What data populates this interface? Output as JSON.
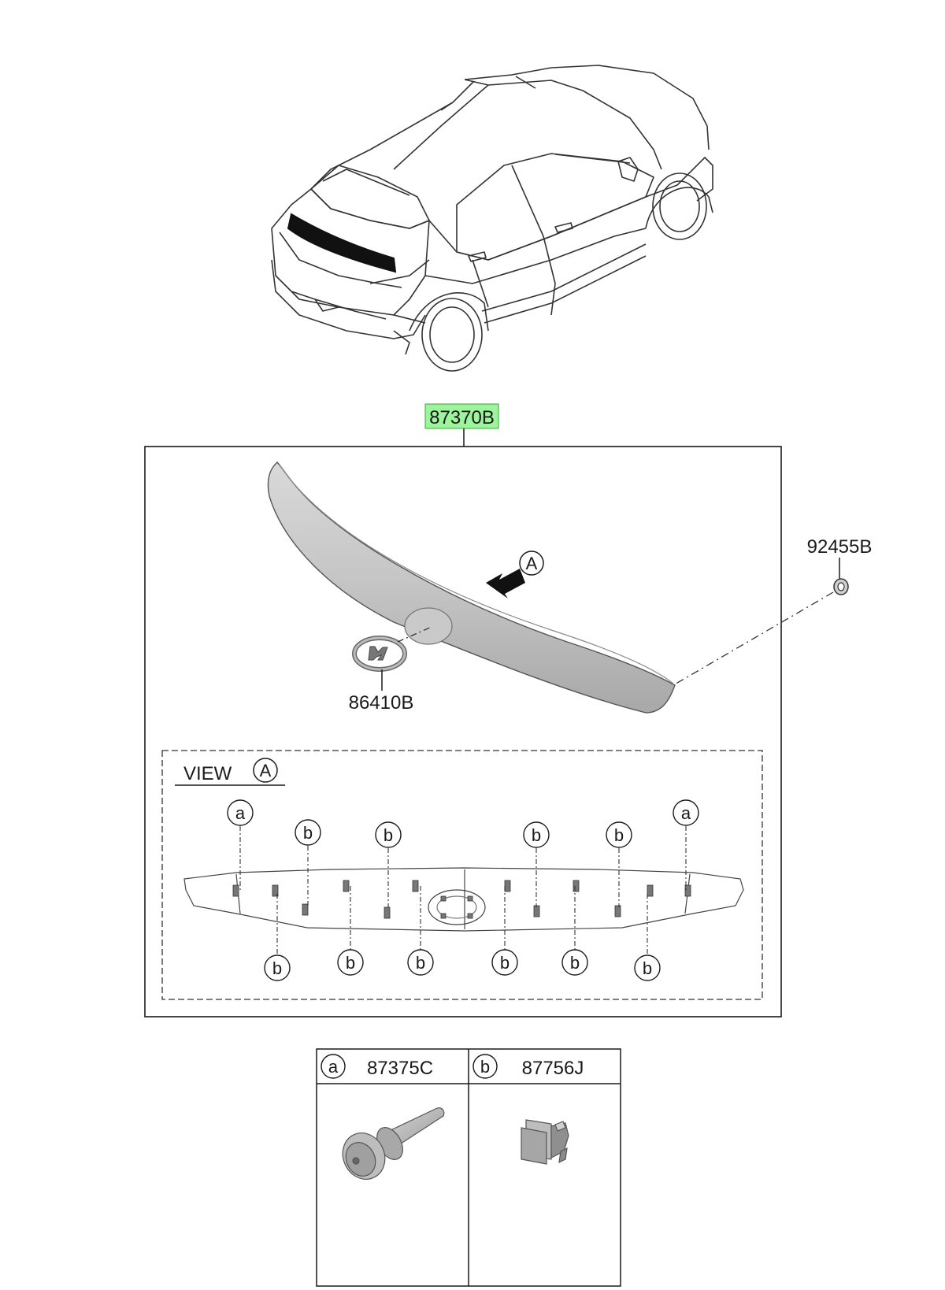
{
  "parts": {
    "main": {
      "code": "87370B",
      "highlight": "#9cf59c"
    },
    "nut": {
      "code": "92455B"
    },
    "emblem": {
      "code": "86410B"
    }
  },
  "view": {
    "title": "VIEW",
    "ref": "A"
  },
  "arrow_ref": "A",
  "callouts": {
    "a": "a",
    "b": "b"
  },
  "legend": [
    {
      "key": "a",
      "code": "87375C"
    },
    {
      "key": "b",
      "code": "87756J"
    }
  ]
}
